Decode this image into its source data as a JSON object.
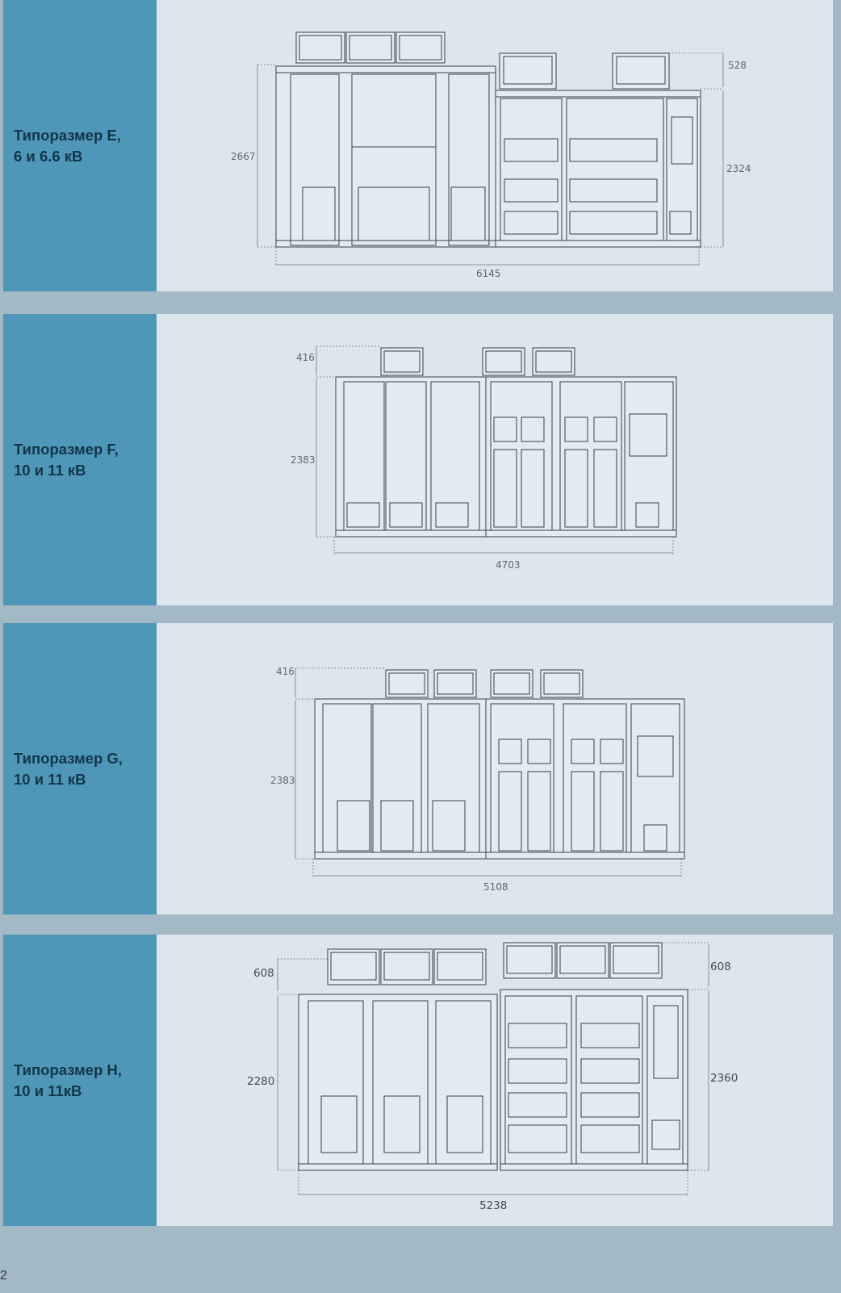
{
  "sections": [
    {
      "label": "Типоразмер E,\n6 и 6.6 кВ",
      "dims": {
        "width": "6145",
        "height": "2667",
        "right_height": "2324",
        "top": "528"
      }
    },
    {
      "label": "Типоразмер F,\n10 и 11 кВ",
      "dims": {
        "width": "4703",
        "height": "2383",
        "top": "416"
      }
    },
    {
      "label": "Типоразмер  G,\n10 и 11 кВ",
      "dims": {
        "width": "5108",
        "height": "2383",
        "top": "416"
      }
    },
    {
      "label": "Типоразмер  H,\n10 и 11кВ",
      "dims": {
        "width": "5238",
        "height": "2280",
        "right_height": "2360",
        "top_left": "608",
        "top_right": "608"
      }
    }
  ],
  "page_number": "2"
}
